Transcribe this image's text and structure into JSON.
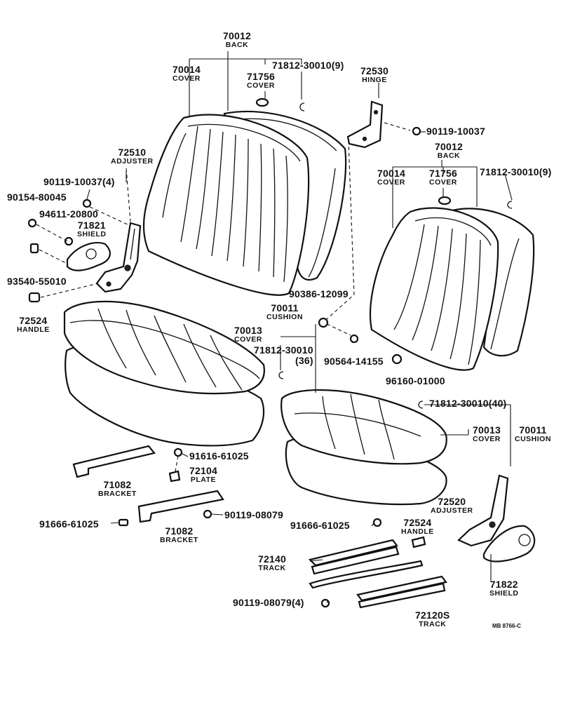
{
  "diagram_id": "MB 8766-C",
  "labels": {
    "back_main_num": "70012",
    "back_main_name": "BACK",
    "cover_main_num": "70014",
    "cover_main_name": "COVER",
    "cover_small_num": "71756",
    "cover_small_name": "COVER",
    "clip_back_num": "71812-30010(9)",
    "hinge_num": "72530",
    "hinge_name": "HINGE",
    "bolt_hinge_num": "90119-10037",
    "back_r_num": "70012",
    "back_r_name": "BACK",
    "cover_r_num": "70014",
    "cover_r_name": "COVER",
    "cover_r_small_num": "71756",
    "cover_r_small_name": "COVER",
    "clip_r_num": "71812-30010(9)",
    "adjuster_l_num": "72510",
    "adjuster_l_name": "ADJUSTER",
    "bolt_adj_num": "90119-10037(4)",
    "screw_num": "90154-80045",
    "washer_num": "94611-20800",
    "shield_l_num": "71821",
    "shield_l_name": "SHIELD",
    "knob_num": "93540-55010",
    "handle_l_num": "72524",
    "handle_l_name": "HANDLE",
    "nut_num": "90386-12099",
    "cushion_l_num": "70011",
    "cushion_l_name": "CUSHION",
    "cover_cush_l_num": "70013",
    "cover_cush_l_name": "COVER",
    "clip_cush_l_num": "71812-30010",
    "clip_cush_l_qty": "(36)",
    "clip2_num": "90564-14155",
    "bush_num": "96160-01000",
    "clip_cush_r_num": "71812-30010(40)",
    "cover_cush_r_num": "70013",
    "cover_cush_r_name": "COVER",
    "cushion_r_num": "70011",
    "cushion_r_name": "CUSHION",
    "bolt_plate_num": "91616-61025",
    "plate_num": "72104",
    "plate_name": "PLATE",
    "bracket_a_num": "71082",
    "bracket_a_name": "BRACKET",
    "bolt_bracket_num": "90119-08079",
    "bolt_left_num": "91666-61025",
    "bracket_b_num": "71082",
    "bracket_b_name": "BRACKET",
    "adjuster_r_num": "72520",
    "adjuster_r_name": "ADJUSTER",
    "bolt_track_num": "91666-61025",
    "handle_r_num": "72524",
    "handle_r_name": "HANDLE",
    "track_a_num": "72140",
    "track_a_name": "TRACK",
    "shield_r_num": "71822",
    "shield_r_name": "SHIELD",
    "bolt4_num": "90119-08079(4)",
    "track_b_num": "72120S",
    "track_b_name": "TRACK"
  }
}
